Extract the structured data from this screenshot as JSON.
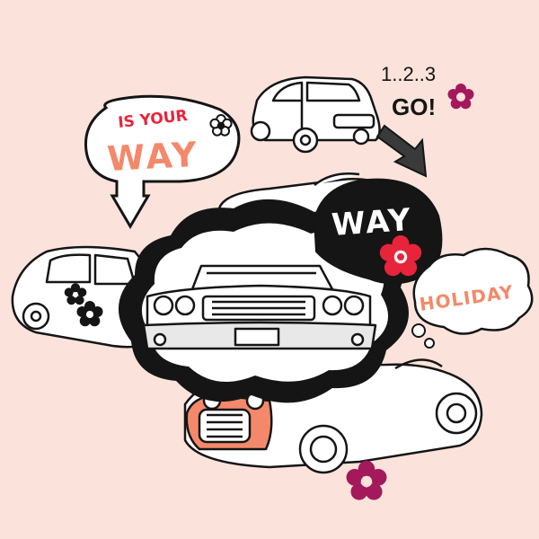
{
  "texts": {
    "is_your": "IS YOUR",
    "way_left": "WAY",
    "countdown": "1..2..3",
    "go": "GO!",
    "way_badge": "WAY",
    "holiday": "HOLIDAY"
  },
  "colors": {
    "background": "#fbe3db",
    "ink": "#151515",
    "orange": "#f3896a",
    "red": "#e8243a",
    "flower_purple": "#a3195b",
    "white": "#ffffff"
  },
  "icons": [
    "flower-icon",
    "arrow-down-icon",
    "arrow-curved-icon",
    "car-icon"
  ]
}
